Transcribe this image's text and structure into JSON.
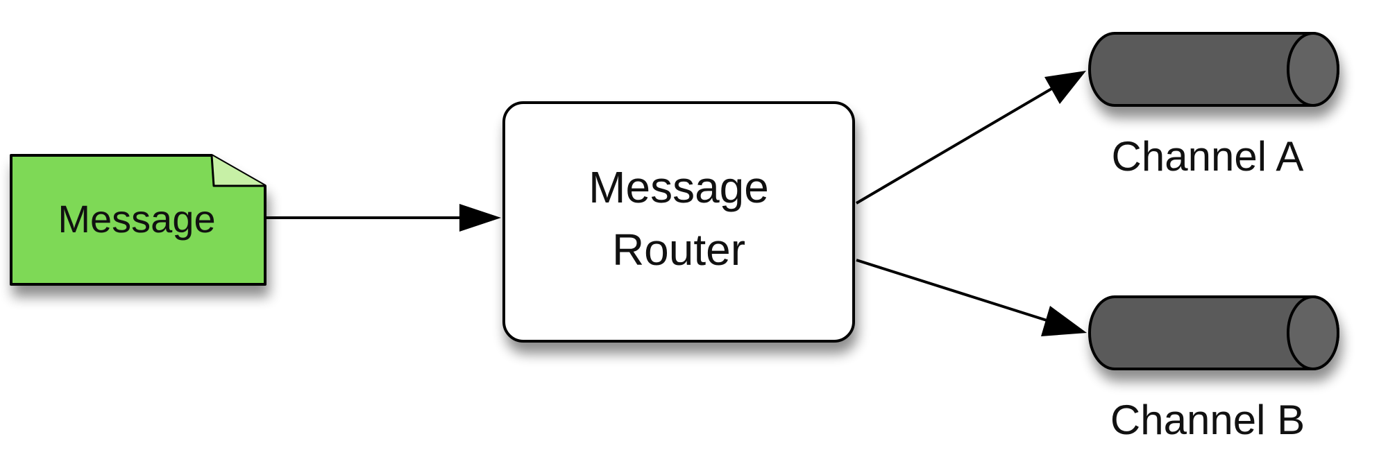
{
  "nodes": {
    "message": {
      "label": "Message",
      "fill": "#7ed957"
    },
    "router": {
      "label_line1": "Message",
      "label_line2": "Router",
      "fill": "#ffffff"
    },
    "channel_a": {
      "label": "Channel A",
      "fill": "#5a5a5a"
    },
    "channel_b": {
      "label": "Channel B",
      "fill": "#5a5a5a"
    }
  },
  "edges": [
    {
      "from": "message",
      "to": "router"
    },
    {
      "from": "router",
      "to": "channel_a"
    },
    {
      "from": "router",
      "to": "channel_b"
    }
  ],
  "colors": {
    "stroke": "#000000",
    "shadow": "#000000"
  }
}
